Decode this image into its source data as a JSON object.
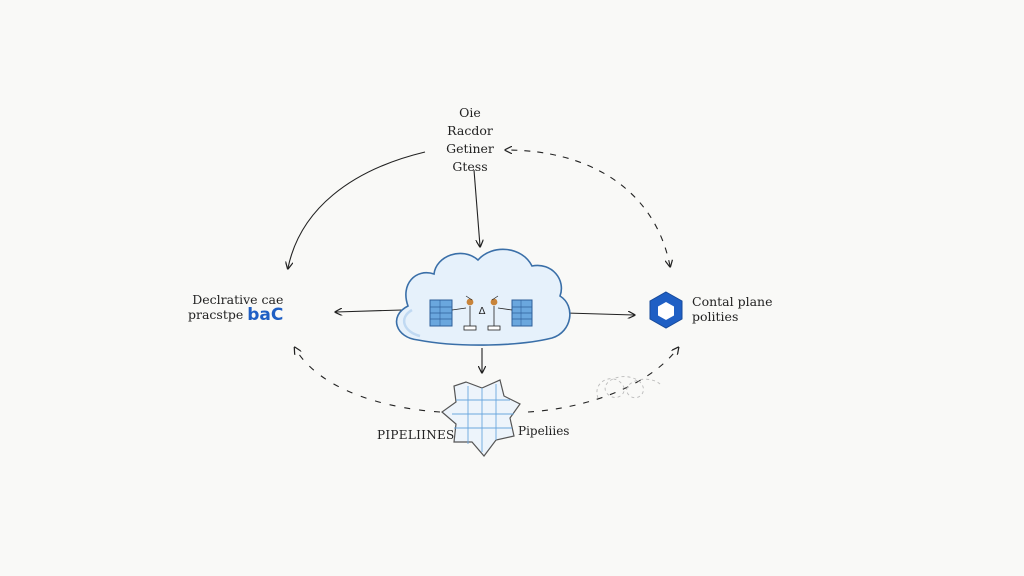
{
  "colors": {
    "ink": "#222222",
    "accent_blue": "#1f5fc4",
    "cloud_fill": "#e6f1fb",
    "cloud_stroke": "#3a6fa8",
    "server_blue": "#6aa7de",
    "node_orange": "#c8843a"
  },
  "nodes": {
    "top": {
      "lines": [
        "Oie",
        "Racdor",
        "Getiner",
        "Gtess"
      ]
    },
    "left": {
      "line1": "Declrative cae",
      "line2": "pracstpe",
      "accent": "baC"
    },
    "center": {
      "icon": "cloud-icon",
      "glyph": "Δ"
    },
    "right": {
      "icon": "hexagon-icon",
      "line1": "Contal plane",
      "line2": "polities"
    },
    "bottom": {
      "icon": "grid-badge-icon",
      "left_label": "PIPELIINES",
      "right_label": "Pipeliies"
    }
  }
}
